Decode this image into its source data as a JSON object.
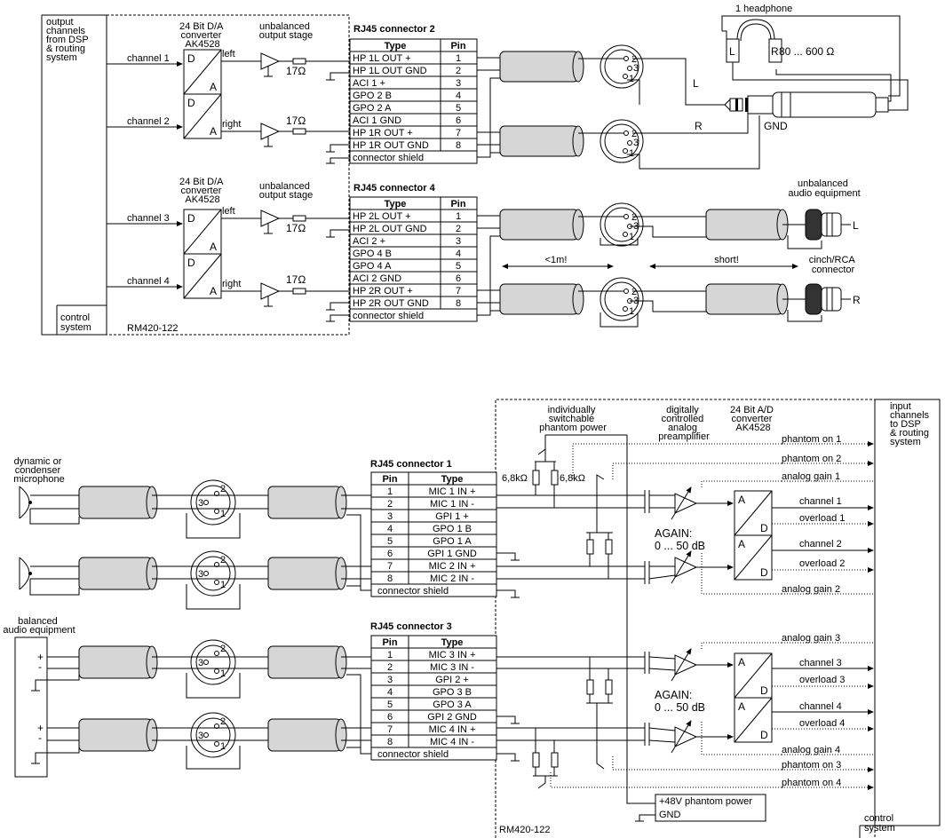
{
  "top": {
    "output_title": [
      "output",
      "channels",
      "from DSP",
      "& routing",
      "system"
    ],
    "control_system": [
      "control",
      "system"
    ],
    "model": "RM420-122",
    "dac_label": [
      "24 Bit D/A",
      "converter",
      "AK4528"
    ],
    "stage_label": [
      "unbalanced",
      "output stage"
    ],
    "channels": [
      "channel 1",
      "channel 2",
      "channel 3",
      "channel 4"
    ],
    "left": "left",
    "right": "right",
    "resistor": "17Ω",
    "conv_d": "D",
    "conv_a": "A",
    "rj2": {
      "title": "RJ45 connector 2",
      "headers": [
        "Type",
        "Pin"
      ],
      "rows": [
        [
          "HP 1L OUT +",
          "1"
        ],
        [
          "HP 1L OUT GND",
          "2"
        ],
        [
          "ACI 1 +",
          "3"
        ],
        [
          "GPO 2 B",
          "4"
        ],
        [
          "GPO 2 A",
          "5"
        ],
        [
          "ACI 1 GND",
          "6"
        ],
        [
          "HP 1R OUT +",
          "7"
        ],
        [
          "HP 1R OUT GND",
          "8"
        ]
      ],
      "shield": "connector shield"
    },
    "rj4": {
      "title": "RJ45 connector 4",
      "headers": [
        "Type",
        "Pin"
      ],
      "rows": [
        [
          "HP 2L OUT +",
          "1"
        ],
        [
          "HP 2L OUT GND",
          "2"
        ],
        [
          "ACI 2 +",
          "3"
        ],
        [
          "GPO 4 B",
          "4"
        ],
        [
          "GPO 4 A",
          "5"
        ],
        [
          "ACI 2 GND",
          "6"
        ],
        [
          "HP 2R OUT +",
          "7"
        ],
        [
          "HP 2R OUT GND",
          "8"
        ]
      ],
      "shield": "connector shield"
    },
    "headphone": {
      "title": "1 headphone",
      "L": "L",
      "R": "R",
      "impedance": "80 ... 600 Ω"
    },
    "jack": {
      "L": "L",
      "R": "R",
      "GND": "GND"
    },
    "unbal": {
      "title": [
        "unbalanced",
        "audio equipment"
      ],
      "L": "L",
      "R": "R",
      "rca": [
        "cinch/RCA",
        "connector"
      ],
      "len1": "<1m!",
      "len2": "short!"
    }
  },
  "bottom": {
    "mic_label": [
      "dynamic or",
      "condenser",
      "microphone"
    ],
    "balanced_label": [
      "balanced",
      "audio equipment"
    ],
    "plus": "+",
    "minus": "-",
    "rj1": {
      "title": "RJ45 connector 1",
      "headers": [
        "Pin",
        "Type"
      ],
      "rows": [
        [
          "1",
          "MIC 1 IN +"
        ],
        [
          "2",
          "MIC 1 IN -"
        ],
        [
          "3",
          "GPI 1 +"
        ],
        [
          "4",
          "GPO 1 B"
        ],
        [
          "5",
          "GPO 1 A"
        ],
        [
          "6",
          "GPI 1 GND"
        ],
        [
          "7",
          "MIC 2 IN +"
        ],
        [
          "8",
          "MIC 2 IN -"
        ]
      ],
      "shield": "connector shield"
    },
    "rj3": {
      "title": "RJ45 connector 3",
      "headers": [
        "Pin",
        "Type"
      ],
      "rows": [
        [
          "1",
          "MIC 3 IN +"
        ],
        [
          "2",
          "MIC 3 IN -"
        ],
        [
          "3",
          "GPI 2 +"
        ],
        [
          "4",
          "GPO 3 B"
        ],
        [
          "5",
          "GPO 3 A"
        ],
        [
          "6",
          "GPI 2 GND"
        ],
        [
          "7",
          "MIC 4 IN +"
        ],
        [
          "8",
          "MIC 4 IN -"
        ]
      ],
      "shield": "connector shield"
    },
    "phantom_label": [
      "individually",
      "switchable",
      "phantom power"
    ],
    "preamp_label": [
      "digitally",
      "controlled",
      "analog",
      "preamplifier"
    ],
    "adc_label": [
      "24 Bit A/D",
      "converter",
      "AK4528"
    ],
    "input_title": [
      "input",
      "channels",
      "to DSP",
      "& routing",
      "system"
    ],
    "control_system": [
      "control",
      "system"
    ],
    "model": "RM420-122",
    "res": "6,8kΩ",
    "again": [
      "AGAIN:",
      "0 ... 50 dB"
    ],
    "phantom_supply": [
      "+48V  phantom power",
      "GND"
    ],
    "conv_a": "A",
    "conv_d": "D",
    "signals": [
      "phantom on 1",
      "phantom on 2",
      "analog gain 1",
      "channel 1",
      "overload 1",
      "channel 2",
      "overload 2",
      "analog gain 2",
      "analog gain 3",
      "channel 3",
      "overload 3",
      "channel 4",
      "overload 4",
      "analog gain 4",
      "phantom on 3",
      "phantom on 4"
    ]
  }
}
